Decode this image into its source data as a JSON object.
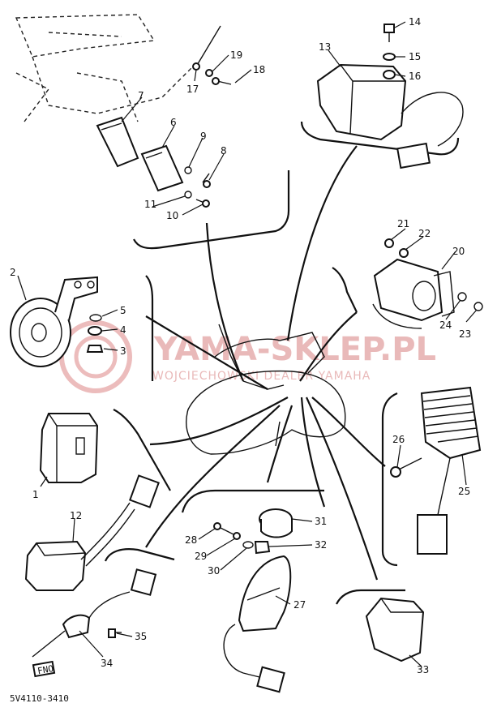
{
  "diagram_code": "5V4110-3410",
  "watermark": {
    "brand": "YAMA-SKLEP.PL",
    "tagline": "WOJCIECHOWSKI DEALER YAMAHA",
    "color": "#e9b9b9"
  },
  "callouts": [
    "1",
    "2",
    "3",
    "4",
    "5",
    "6",
    "7",
    "8",
    "9",
    "10",
    "11",
    "12",
    "13",
    "14",
    "15",
    "16",
    "17",
    "18",
    "19",
    "20",
    "21",
    "22",
    "23",
    "24",
    "25",
    "26",
    "27",
    "28",
    "29",
    "30",
    "31",
    "32",
    "33",
    "34",
    "35"
  ],
  "part_labels": [
    "FNO"
  ]
}
